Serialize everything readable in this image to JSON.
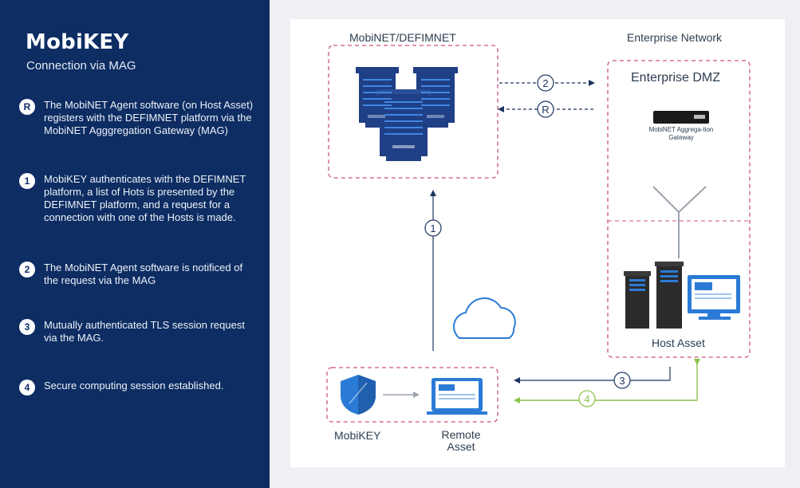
{
  "sidebar": {
    "title": "MobiKEY",
    "subtitle": "Connection via MAG",
    "steps": [
      {
        "badge": "R",
        "text": "The MobiNET Agent software (on Host Asset) registers with the DEFIMNET platform via the MobiNET Agggregation Gateway (MAG)"
      },
      {
        "badge": "1",
        "text": "MobiKEY authenticates with the DEFIMNET platform, a list of Hots is presented by the DEFIMNET platform, and a request for a connection with one of the Hosts is made."
      },
      {
        "badge": "2",
        "text": "The MobiNET Agent software is notificed of the request via the MAG"
      },
      {
        "badge": "3",
        "text": "Mutually authenticated TLS session request via the MAG."
      },
      {
        "badge": "4",
        "text": "Secure computing session established."
      }
    ]
  },
  "diagram": {
    "platform_label": "MobiNET/DEFIMNET",
    "enterprise_label": "Enterprise Network",
    "dmz_label": "Enterprise DMZ",
    "mag_label": "MobiNET Aggrega-tion Gateway",
    "host_label": "Host Asset",
    "mobikey_label": "MobiKEY",
    "remote_label": "Remote Asset",
    "arrow_badges": {
      "r": "R",
      "one": "1",
      "two": "2",
      "three": "3",
      "four": "4"
    },
    "colors": {
      "navy": "#0d2d63",
      "server_blue": "#1f3f86",
      "accent_blue": "#2b7bd6",
      "dashed_pink": "#c9547d",
      "green": "#8bc34a",
      "line": "#1b3560"
    }
  }
}
